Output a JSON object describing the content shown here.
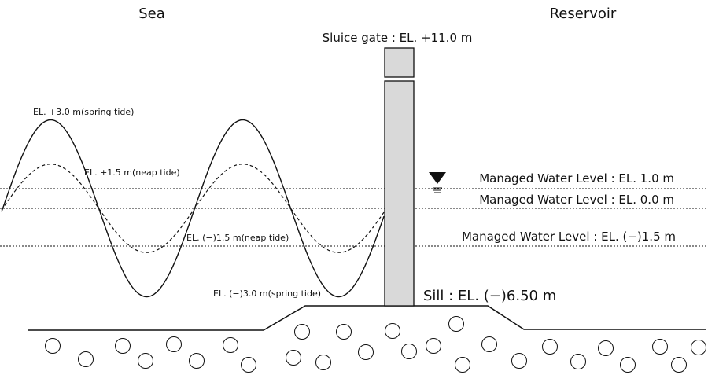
{
  "labels": {
    "sea": "Sea",
    "reservoir": "Reservoir",
    "sluice_gate": "Sluice gate : EL. +11.0 m",
    "spring_high": "EL. +3.0 m(spring tide)",
    "neap_high": "EL. +1.5 m(neap tide)",
    "neap_low": "EL. (−)1.5 m(neap tide)",
    "spring_low": "EL. (−)3.0 m(spring tide)",
    "managed_1": "Managed Water Level : EL. 1.0 m",
    "managed_2": "Managed Water Level : EL. 0.0 m",
    "managed_3": "Managed Water Level : EL. (−)1.5 m",
    "sill": "Sill : EL. (−)6.50 m"
  },
  "levels": {
    "spring_amplitude_m": 3.0,
    "neap_amplitude_m": 1.5,
    "managed_levels_m": [
      1.0,
      0.0,
      -1.5
    ],
    "sill_el_m": -6.5,
    "gate_top_el_m": 11.0
  },
  "colors": {
    "line": "#111111",
    "gate_fill": "#d9d9d9",
    "background": "#ffffff"
  }
}
